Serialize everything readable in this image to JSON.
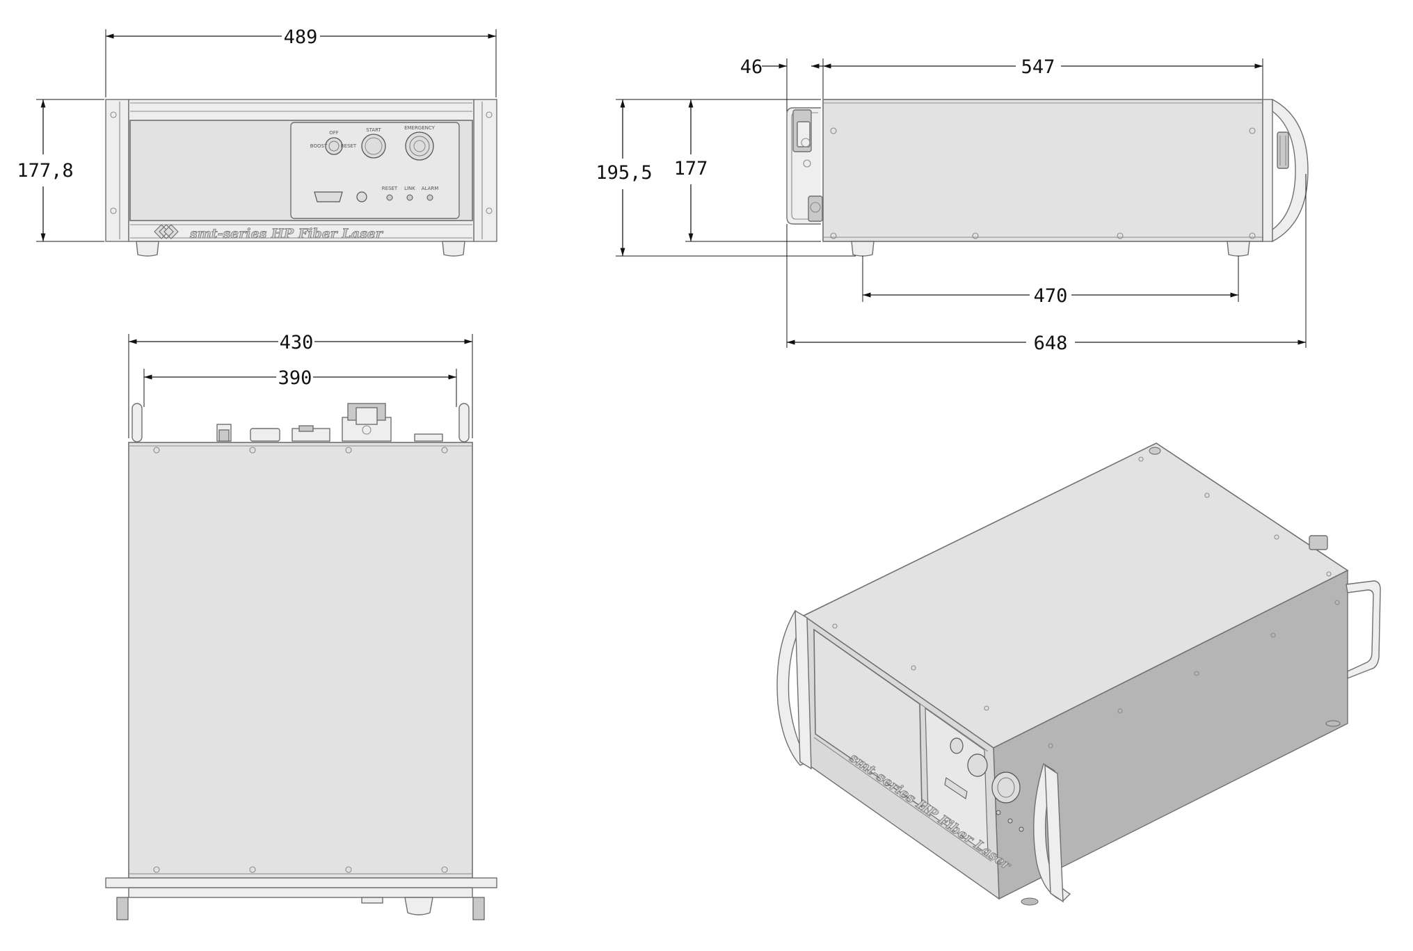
{
  "dimensions": {
    "front_width": "489",
    "front_height": "177,8",
    "side_handle_depth": "46",
    "side_body_depth": "547",
    "side_overall_height": "195,5",
    "side_body_height": "177",
    "feet_spacing": "470",
    "overall_depth": "648",
    "top_outer_width": "430",
    "top_inner_width": "390"
  },
  "panel_labels": {
    "off": "OFF",
    "start": "START",
    "emergency": "EMERGENCY",
    "boost": "BOOST",
    "reset_small": "RESET",
    "reset": "RESET",
    "link": "LINK",
    "alarm": "ALARM"
  },
  "branding": {
    "front_text": "smt-series  HP Fiber Laser",
    "iso_text": "smt-series  HP Fiber Laser"
  }
}
